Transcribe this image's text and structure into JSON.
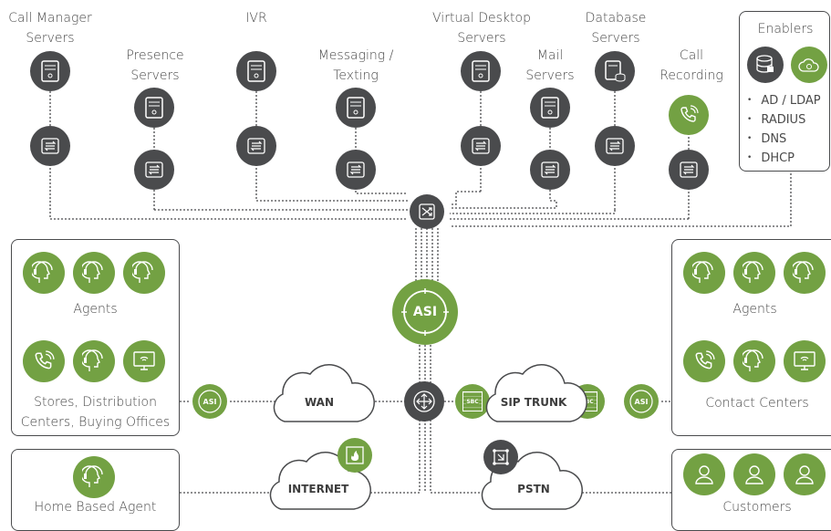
{
  "nodes": {
    "call_manager": {
      "label_1": "Call Manager",
      "label_2": "Servers"
    },
    "presence": {
      "label_1": "Presence",
      "label_2": "Servers"
    },
    "ivr": {
      "label_1": "IVR"
    },
    "messaging": {
      "label_1": "Messaging /",
      "label_2": "Texting"
    },
    "vdi": {
      "label_1": "Virtual Desktop",
      "label_2": "Servers"
    },
    "mail": {
      "label_1": "Mail",
      "label_2": "Servers"
    },
    "database": {
      "label_1": "Database",
      "label_2": "Servers"
    },
    "call_recording": {
      "label_1": "Call",
      "label_2": "Recording"
    }
  },
  "enablers": {
    "title": "Enablers",
    "items": [
      "AD / LDAP",
      "RADIUS",
      "DNS",
      "DHCP"
    ]
  },
  "left_panel": {
    "agents_label": "Agents",
    "stores_label_1": "Stores, Distribution",
    "stores_label_2": "Centers, Buying Offices"
  },
  "right_panel": {
    "agents_label": "Agents",
    "contact_label": "Contact Centers"
  },
  "home_agent": {
    "label": "Home Based Agent"
  },
  "customers": {
    "label": "Customers"
  },
  "clouds": {
    "wan": "WAN",
    "sip": "SIP TRUNK",
    "internet": "INTERNET",
    "pstn": "PSTN"
  },
  "badges": {
    "asi_main": "ASI",
    "asi_small": "ASI",
    "sbc": "SBC"
  },
  "colors": {
    "dark": "#4a4b4d",
    "green": "#73a143",
    "line": "#4a4b4d"
  }
}
